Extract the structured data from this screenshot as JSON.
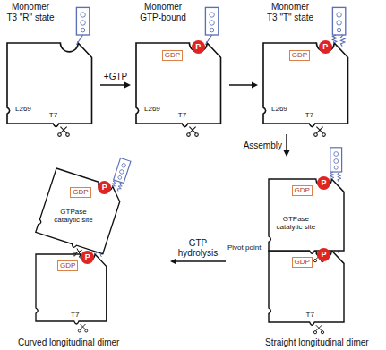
{
  "diagram": {
    "nodes": [
      {
        "text": [
          "Monomer T3 \"R\" state"
        ]
      },
      {
        "text": [
          "Monomer GTP-bound"
        ]
      },
      {
        "text": [
          "Monomer T3 \"T\" state"
        ]
      },
      {
        "text": [
          "Straight longitudinal dimer"
        ]
      },
      {
        "text": [
          "Curved longitudinal dimer"
        ]
      }
    ],
    "edges": [
      {
        "from": 0,
        "to": 1,
        "arrow": "to",
        "label": "+GTP"
      },
      {
        "from": 1,
        "to": 2,
        "arrow": "to"
      },
      {
        "from": 2,
        "to": 3,
        "arrow": "to",
        "label": "Assembly"
      },
      {
        "from": 3,
        "to": 4,
        "arrow": "to",
        "label": "GTP hydrolysis"
      }
    ],
    "labels": [
      "L269",
      "T7",
      "GDP",
      "P",
      "L269",
      "T7",
      "GDP",
      "P",
      "L269",
      "T7",
      "GDP",
      "P",
      "GTPase catalytic site",
      "Pivot point",
      "GDP",
      "P",
      "T7",
      "GDP",
      "P",
      "GTPase catalytic site",
      "GDP",
      "P",
      "T7"
    ]
  }
}
